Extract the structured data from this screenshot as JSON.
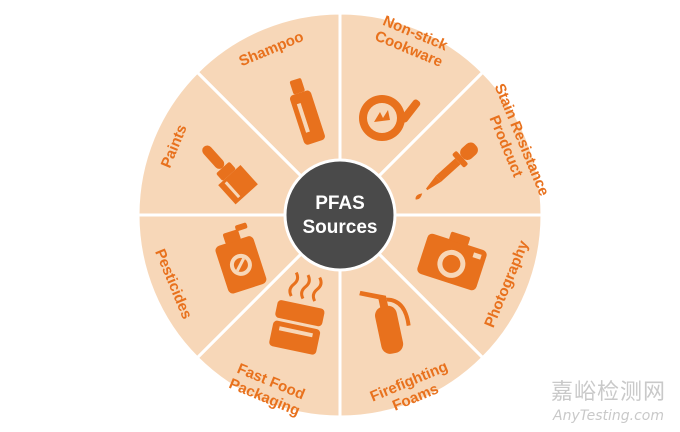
{
  "diagram": {
    "center": {
      "line1": "PFAS",
      "line2": "Sources"
    },
    "segments": [
      {
        "id": "shampoo",
        "lines": [
          "Shampoo"
        ],
        "icon": "shampoo-bottle-icon"
      },
      {
        "id": "non-stick-cookware",
        "lines": [
          "Non-stick",
          "Cookware"
        ],
        "icon": "frying-pan-icon"
      },
      {
        "id": "stain-resistance-product",
        "lines": [
          "Stain Resistance",
          "Prodcuct"
        ],
        "icon": "dropper-icon"
      },
      {
        "id": "photography",
        "lines": [
          "Photography"
        ],
        "icon": "camera-icon"
      },
      {
        "id": "firefighting-foams",
        "lines": [
          "Firefighting",
          "Foams"
        ],
        "icon": "fire-extinguisher-icon"
      },
      {
        "id": "fast-food-packaging",
        "lines": [
          "Fast Food",
          "Packaging"
        ],
        "icon": "food-container-icon"
      },
      {
        "id": "pesticides",
        "lines": [
          "Pesticides"
        ],
        "icon": "spray-can-icon"
      },
      {
        "id": "paints",
        "lines": [
          "Paints"
        ],
        "icon": "paint-brush-icon"
      }
    ],
    "colors": {
      "segment_fill": "#f7d7b8",
      "divider": "#ffffff",
      "icon": "#e8711d",
      "label": "#e8711d",
      "center": "#4a4a4a"
    }
  },
  "watermark": {
    "cn": "嘉峪检测网",
    "en": "AnyTesting.com"
  }
}
